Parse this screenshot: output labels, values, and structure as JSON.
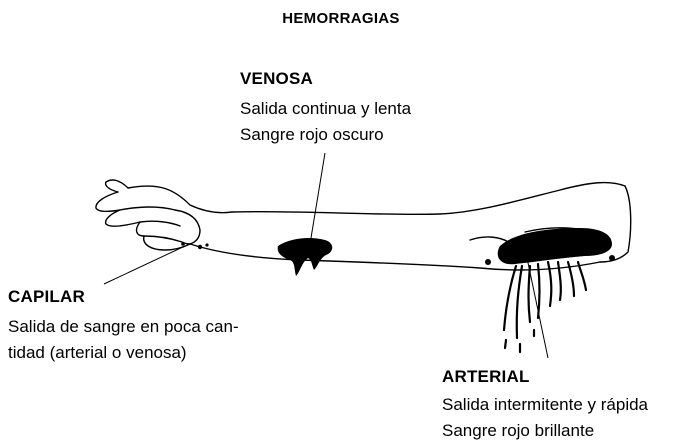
{
  "title": "HEMORRAGIAS",
  "labels": {
    "venosa": {
      "heading": "VENOSA",
      "lines": [
        "Salida continua y lenta",
        "Sangre rojo oscuro"
      ]
    },
    "capilar": {
      "heading": "CAPILAR",
      "lines": [
        "Salida de sangre en poca can-",
        "tidad (arterial o venosa)"
      ]
    },
    "arterial": {
      "heading": "ARTERIAL",
      "lines": [
        "Salida intermitente y rápida",
        "Sangre rojo brillante"
      ]
    }
  },
  "colors": {
    "ink": "#000000",
    "background": "#ffffff"
  }
}
